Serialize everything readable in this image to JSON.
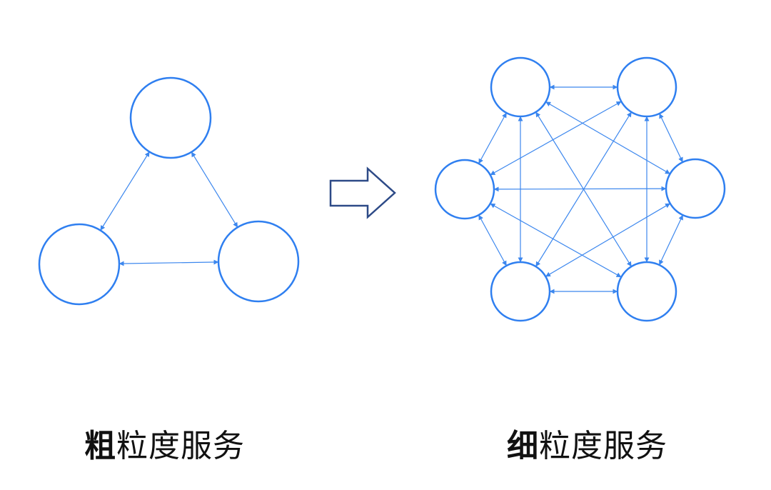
{
  "colors": {
    "node_stroke": "#2f7ff0",
    "edge": "#3c87ee",
    "arrow_stroke": "#2d4a87",
    "background": "#ffffff",
    "caption": "#111111"
  },
  "captions": {
    "coarse": {
      "bold": "粗",
      "rest": "粒度服务"
    },
    "fine": {
      "bold": "细",
      "rest": "粒度服务"
    }
  },
  "coarse_graph": {
    "nodes": [
      "top",
      "bottom-left",
      "bottom-right"
    ],
    "edges": [
      [
        "top",
        "bottom-left"
      ],
      [
        "top",
        "bottom-right"
      ],
      [
        "bottom-left",
        "bottom-right"
      ]
    ]
  },
  "fine_graph": {
    "nodes": [
      "top-left",
      "top-right",
      "left",
      "right",
      "bottom-left",
      "bottom-right"
    ],
    "edges": "complete"
  },
  "transition_icon": "hollow-right-arrow-icon"
}
